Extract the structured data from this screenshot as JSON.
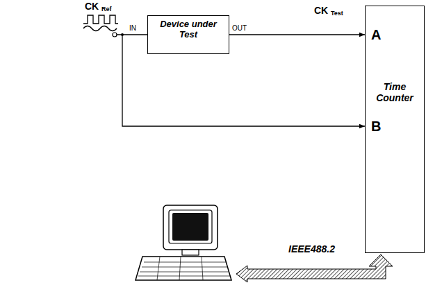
{
  "diagram": {
    "nodes": [
      {
        "text": [
          "Device under Test"
        ]
      },
      {
        "text": [
          "Time Counter"
        ]
      }
    ],
    "edges": [
      {
        "from": 0,
        "to": 1,
        "arrow": "to"
      }
    ],
    "labels": [
      "CK",
      "Ref",
      "IN",
      "OUT",
      "CK",
      "Test",
      "A",
      "B",
      "IEEE488.2"
    ]
  }
}
